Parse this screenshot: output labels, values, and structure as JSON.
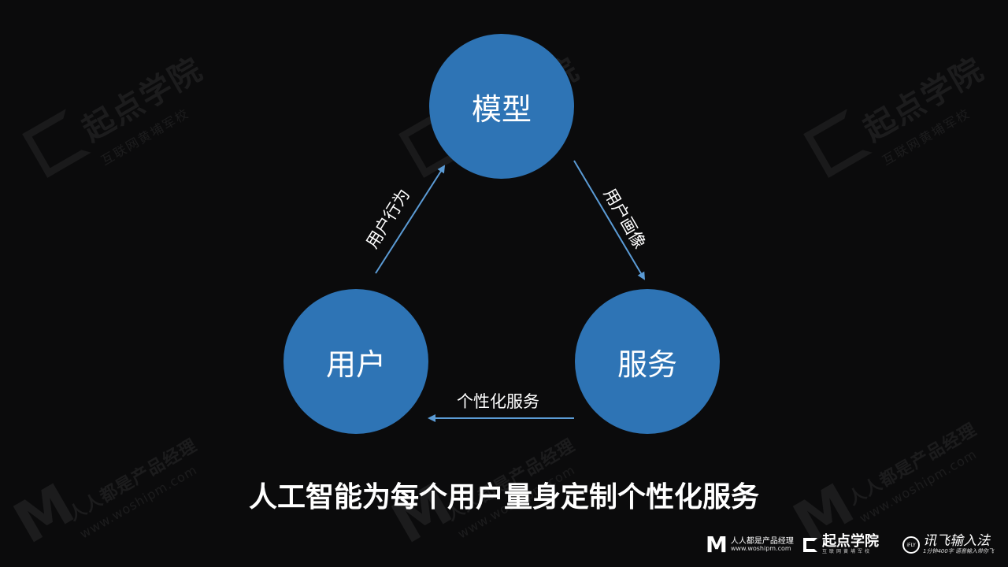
{
  "diagram": {
    "nodes": {
      "top": "模型",
      "left": "用户",
      "right": "服务"
    },
    "edges": {
      "left_to_top": "用户行为",
      "top_to_right": "用户画像",
      "right_to_left": "个性化服务"
    },
    "caption": "人工智能为每个用户量身定制个性化服务",
    "colors": {
      "node_fill": "#2e74b5",
      "arrow": "#5b9bd5",
      "background": "#0b0b0c"
    }
  },
  "watermark": {
    "qidian_name": "起点学院",
    "qidian_sub": "互联网黄埔军校",
    "woshipm_name": "人人都是产品经理",
    "woshipm_url": "www.woshipm.com"
  },
  "footer": {
    "woshipm_logo": "M",
    "woshipm_name": "人人都是产品经理",
    "woshipm_url": "www.woshipm.com",
    "qidian_name": "起点学院",
    "qidian_sub": "互联网黄埔军校",
    "ifly_logo": "iFLY",
    "ifly_name": "讯飞输入法",
    "ifly_sub": "1分钟400字 语音输入带你飞"
  }
}
